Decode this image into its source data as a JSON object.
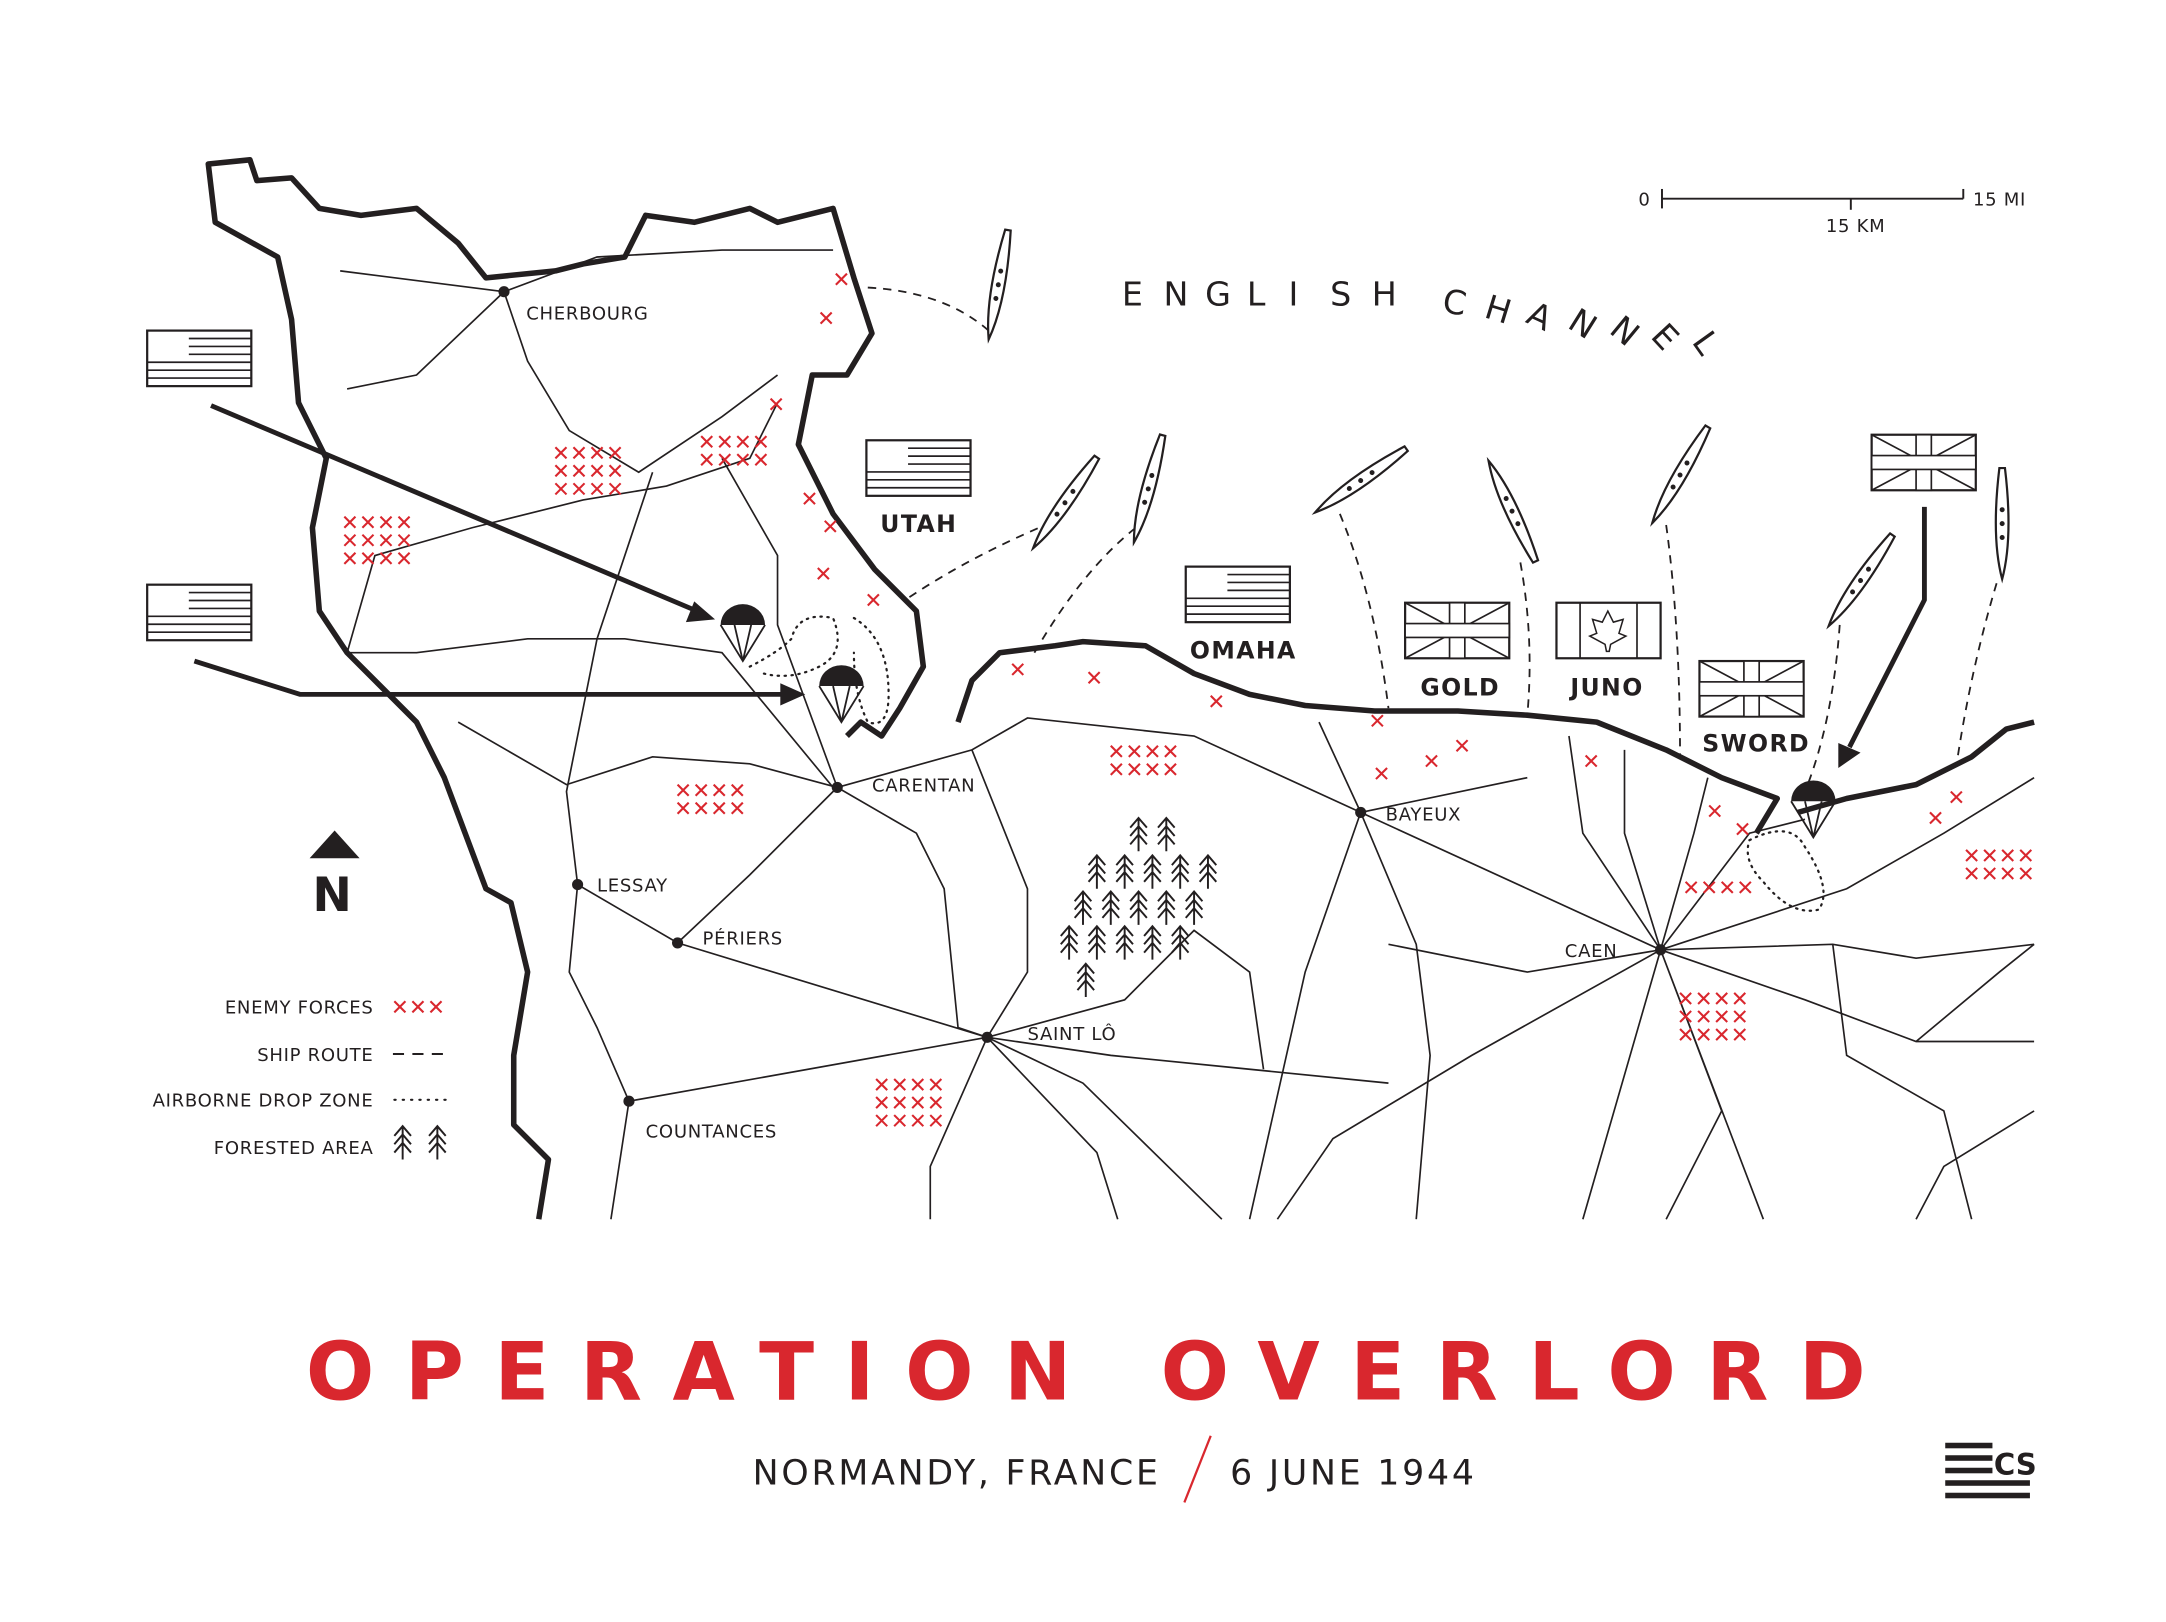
{
  "title": "OPERATION OVERLORD",
  "subtitle": {
    "location": "NORMANDY, FRANCE",
    "date": "6 JUNE 1944"
  },
  "sea_label": "ENGLISH CHANNEL",
  "scale": {
    "zero": "0",
    "miles": "15 MI",
    "km": "15 KM"
  },
  "north_label": "N",
  "cities": {
    "cherbourg": "CHERBOURG",
    "carentan": "CARENTAN",
    "lessay": "LESSAY",
    "periers": "PÉRIERS",
    "saint_lo": "SAINT LÔ",
    "countances": "COUNTANCES",
    "bayeux": "BAYEUX",
    "caen": "CAEN"
  },
  "beaches": {
    "utah": "UTAH",
    "omaha": "OMAHA",
    "gold": "GOLD",
    "juno": "JUNO",
    "sword": "SWORD"
  },
  "legend": {
    "enemy": "ENEMY FORCES",
    "ship": "SHIP ROUTE",
    "airborne": "AIRBORNE DROP ZONE",
    "forest": "FORESTED AREA"
  },
  "logo_text": "CS",
  "colors": {
    "accent": "#d9272e",
    "ink": "#231f20"
  }
}
